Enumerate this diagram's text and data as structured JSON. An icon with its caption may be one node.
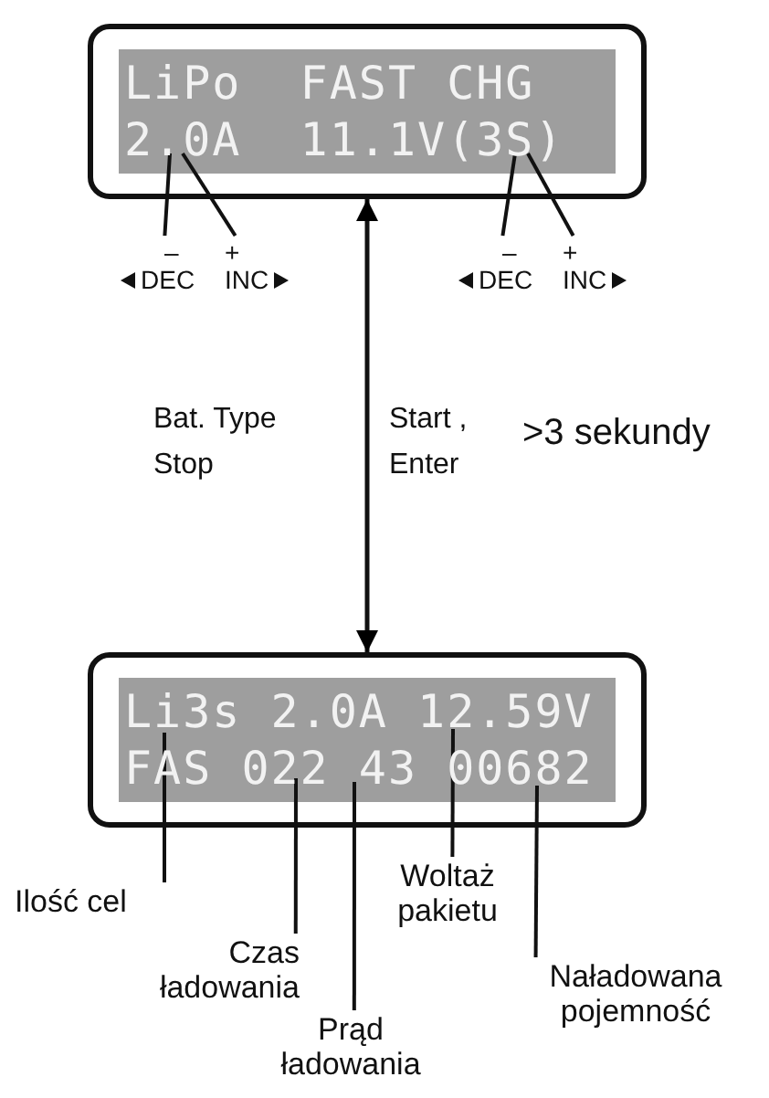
{
  "diagram": {
    "nodes": [
      {
        "text": [
          "LiPo  FAST CHG",
          "2.0A  11.1V(3S)"
        ]
      },
      {
        "text": [
          "–",
          "DEC"
        ]
      },
      {
        "text": [
          "+",
          "INC"
        ]
      },
      {
        "text": [
          "–",
          "DEC"
        ]
      },
      {
        "text": [
          "+",
          "INC"
        ]
      },
      {
        "text": [
          "Li3s 2.0A 12.59V",
          "FAS 022 43 00682"
        ]
      },
      {
        "text": [
          "Ilość cel"
        ]
      },
      {
        "text": [
          "Czas ładowania"
        ]
      },
      {
        "text": [
          "Prąd ładowania"
        ]
      },
      {
        "text": [
          "Woltaż pakietu"
        ]
      },
      {
        "text": [
          "Naładowana pojemność"
        ]
      }
    ],
    "edges": [
      {
        "from": 1,
        "to": 0,
        "arrow": "none"
      },
      {
        "from": 2,
        "to": 0,
        "arrow": "none"
      },
      {
        "from": 3,
        "to": 0,
        "arrow": "none"
      },
      {
        "from": 4,
        "to": 0,
        "arrow": "none"
      },
      {
        "from": 0,
        "to": 5,
        "arrow": "both"
      },
      {
        "from": 6,
        "to": 5,
        "arrow": "none"
      },
      {
        "from": 7,
        "to": 5,
        "arrow": "none"
      },
      {
        "from": 8,
        "to": 5,
        "arrow": "none"
      },
      {
        "from": 9,
        "to": 5,
        "arrow": "none"
      },
      {
        "from": 10,
        "to": 5,
        "arrow": "none"
      }
    ],
    "labels": [
      "Bat. Type Stop",
      "Start , Enter",
      ">3 sekundy"
    ]
  }
}
